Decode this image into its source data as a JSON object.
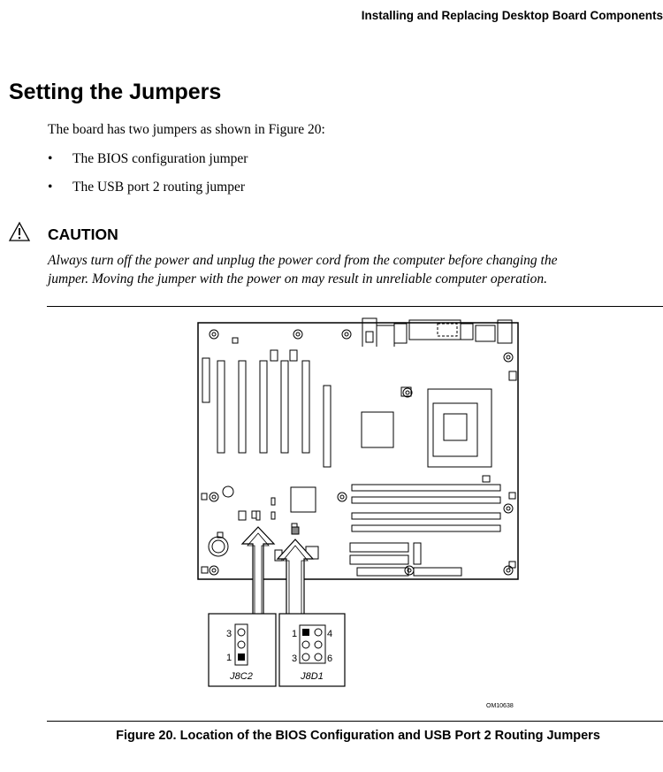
{
  "header": {
    "running_title": "Installing and Replacing Desktop Board Components"
  },
  "section": {
    "title": "Setting the Jumpers",
    "intro": "The board has two jumpers as shown in Figure 20:",
    "bullets": [
      "The BIOS configuration jumper",
      "The USB port 2 routing jumper"
    ]
  },
  "caution": {
    "label": "CAUTION",
    "line1": "Always turn off the power and unplug the power cord from the computer before changing the",
    "line2": "jumper.  Moving the jumper with the power on may result in unreliable computer operation."
  },
  "figure": {
    "jumpers": [
      {
        "name": "J8C2",
        "pin_top": "3",
        "pin_bottom": "1"
      },
      {
        "name": "J8D1",
        "pin_tl": "1",
        "pin_tr": "4",
        "pin_bl": "3",
        "pin_br": "6"
      }
    ],
    "code": "OM10638",
    "caption": "Figure 20.  Location of the BIOS Configuration and USB Port 2 Routing Jumpers"
  }
}
